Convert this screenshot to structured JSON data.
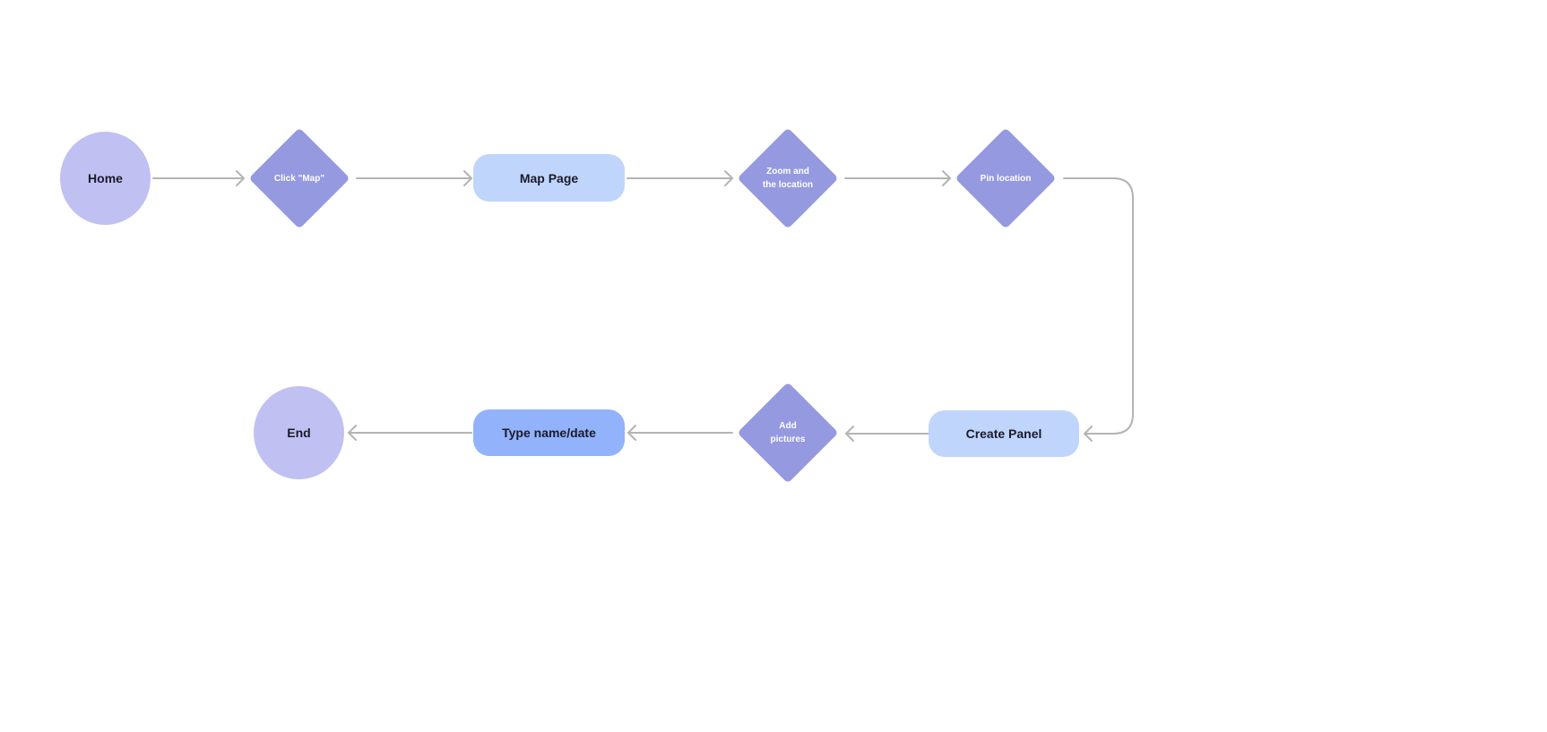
{
  "diagram": {
    "type": "flowchart",
    "colors": {
      "terminal": "#c1c0f2",
      "decision": "#9599e0",
      "process_light": "#c0d5fc",
      "process_strong": "#92b2fc",
      "connector": "#b4b4b4"
    },
    "nodes": {
      "home": {
        "label": "Home",
        "shape": "circle"
      },
      "click_map": {
        "label": "Click \"Map\"",
        "shape": "diamond"
      },
      "map_page": {
        "label": "Map Page",
        "shape": "rounded-rectangle"
      },
      "zoom": {
        "label": "Zoom and\nthe location",
        "shape": "diamond"
      },
      "pin": {
        "label": "Pin location",
        "shape": "diamond"
      },
      "create_panel": {
        "label": "Create Panel",
        "shape": "rounded-rectangle"
      },
      "add_pictures": {
        "label": "Add\npictures",
        "shape": "diamond"
      },
      "type_name": {
        "label": "Type name/date",
        "shape": "rounded-rectangle"
      },
      "end": {
        "label": "End",
        "shape": "circle"
      }
    },
    "edges": [
      {
        "from": "home",
        "to": "click_map"
      },
      {
        "from": "click_map",
        "to": "map_page"
      },
      {
        "from": "map_page",
        "to": "zoom"
      },
      {
        "from": "zoom",
        "to": "pin"
      },
      {
        "from": "pin",
        "to": "create_panel"
      },
      {
        "from": "create_panel",
        "to": "add_pictures"
      },
      {
        "from": "add_pictures",
        "to": "type_name"
      },
      {
        "from": "type_name",
        "to": "end"
      }
    ]
  }
}
